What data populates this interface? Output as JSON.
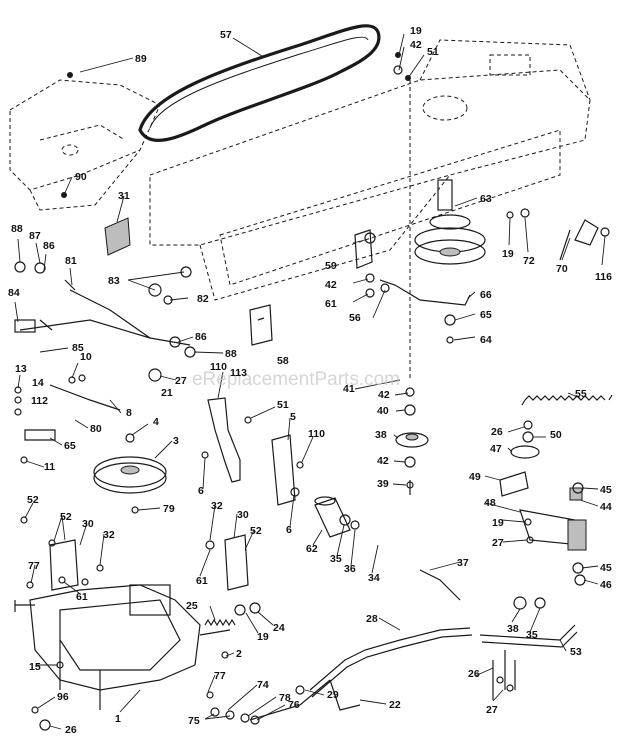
{
  "watermark": "eReplacementParts.com",
  "callouts": [
    "57",
    "19",
    "42",
    "51",
    "89",
    "90",
    "31",
    "63",
    "19",
    "72",
    "70",
    "116",
    "88",
    "87",
    "86",
    "81",
    "83",
    "59",
    "42",
    "61",
    "56",
    "66",
    "65",
    "64",
    "84",
    "82",
    "58",
    "85",
    "10",
    "86",
    "88",
    "13",
    "14",
    "112",
    "80",
    "65",
    "11",
    "27",
    "21",
    "110",
    "113",
    "8",
    "41",
    "42",
    "40",
    "38",
    "42",
    "39",
    "4",
    "3",
    "51",
    "5",
    "110",
    "55",
    "26",
    "50",
    "47",
    "49",
    "45",
    "44",
    "48",
    "19",
    "27",
    "6",
    "6",
    "79",
    "52",
    "52",
    "30",
    "32",
    "77",
    "61",
    "32",
    "30",
    "52",
    "61",
    "62",
    "35",
    "36",
    "34",
    "37",
    "28",
    "15",
    "25",
    "19",
    "24",
    "2",
    "77",
    "74",
    "78",
    "76",
    "75",
    "29",
    "22",
    "38",
    "35",
    "53",
    "26",
    "27",
    "96",
    "26",
    "1",
    "45",
    "46"
  ]
}
